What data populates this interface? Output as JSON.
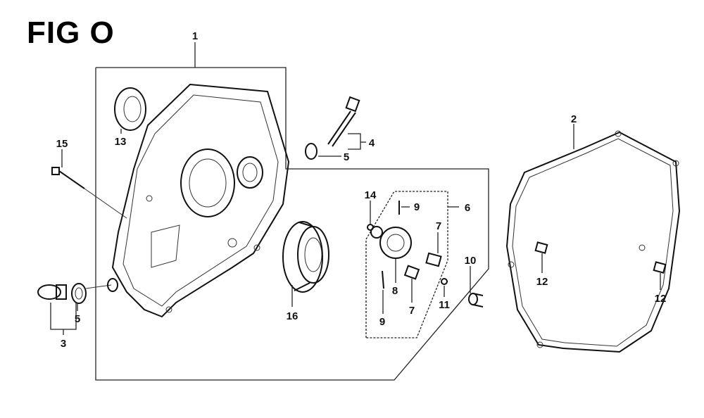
{
  "figure": {
    "title": "FIG O"
  },
  "callouts": {
    "c1": "1",
    "c2": "2",
    "c3": "3",
    "c4": "4",
    "c5a": "5",
    "c5b": "5",
    "c6": "6",
    "c7a": "7",
    "c7b": "7",
    "c8": "8",
    "c9a": "9",
    "c9b": "9",
    "c10": "10",
    "c11": "11",
    "c12a": "12",
    "c12b": "12",
    "c13": "13",
    "c14": "14",
    "c15": "15",
    "c16": "16"
  }
}
